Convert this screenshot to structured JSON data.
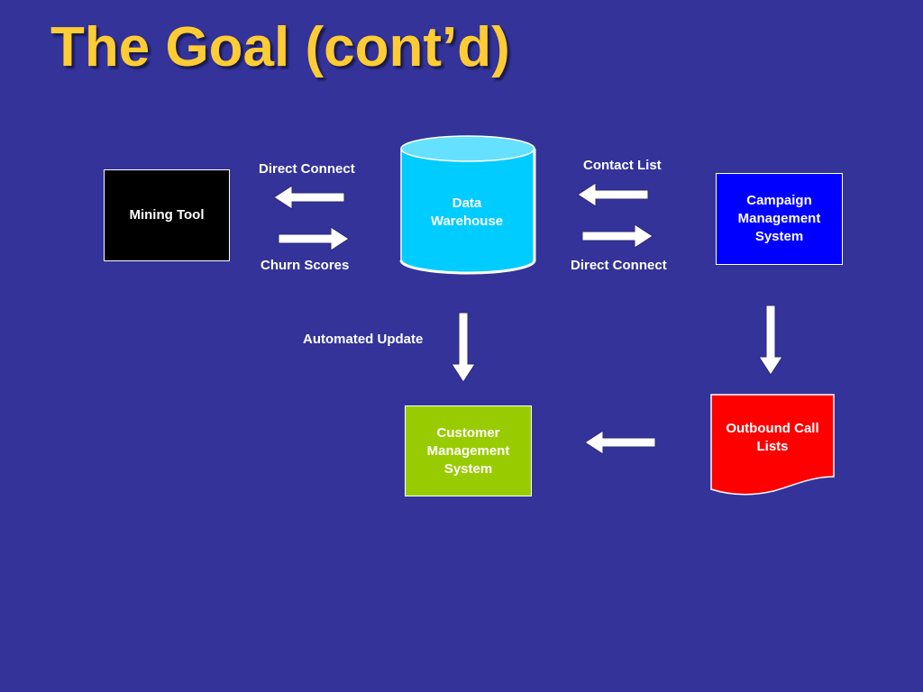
{
  "slide": {
    "title": "The Goal (cont’d)"
  },
  "nodes": {
    "mining_tool": "Mining Tool",
    "data_warehouse_line1": "Data",
    "data_warehouse_line2": "Warehouse",
    "campaign_management": "Campaign Management System",
    "customer_management": "Customer Management System",
    "outbound_call_lists": "Outbound Call Lists"
  },
  "flows": {
    "direct_connect_left": "Direct Connect",
    "churn_scores": "Churn Scores",
    "contact_list": "Contact List",
    "direct_connect_right": "Direct Connect",
    "automated_update": "Automated Update"
  },
  "colors": {
    "background": "#333399",
    "title": "#ffcc33",
    "mining_tool": "#000000",
    "data_warehouse": "#00ccff",
    "campaign_management": "#0000ff",
    "customer_management": "#99cc00",
    "outbound_call_lists": "#ff0000",
    "arrows": "#ffffff"
  }
}
